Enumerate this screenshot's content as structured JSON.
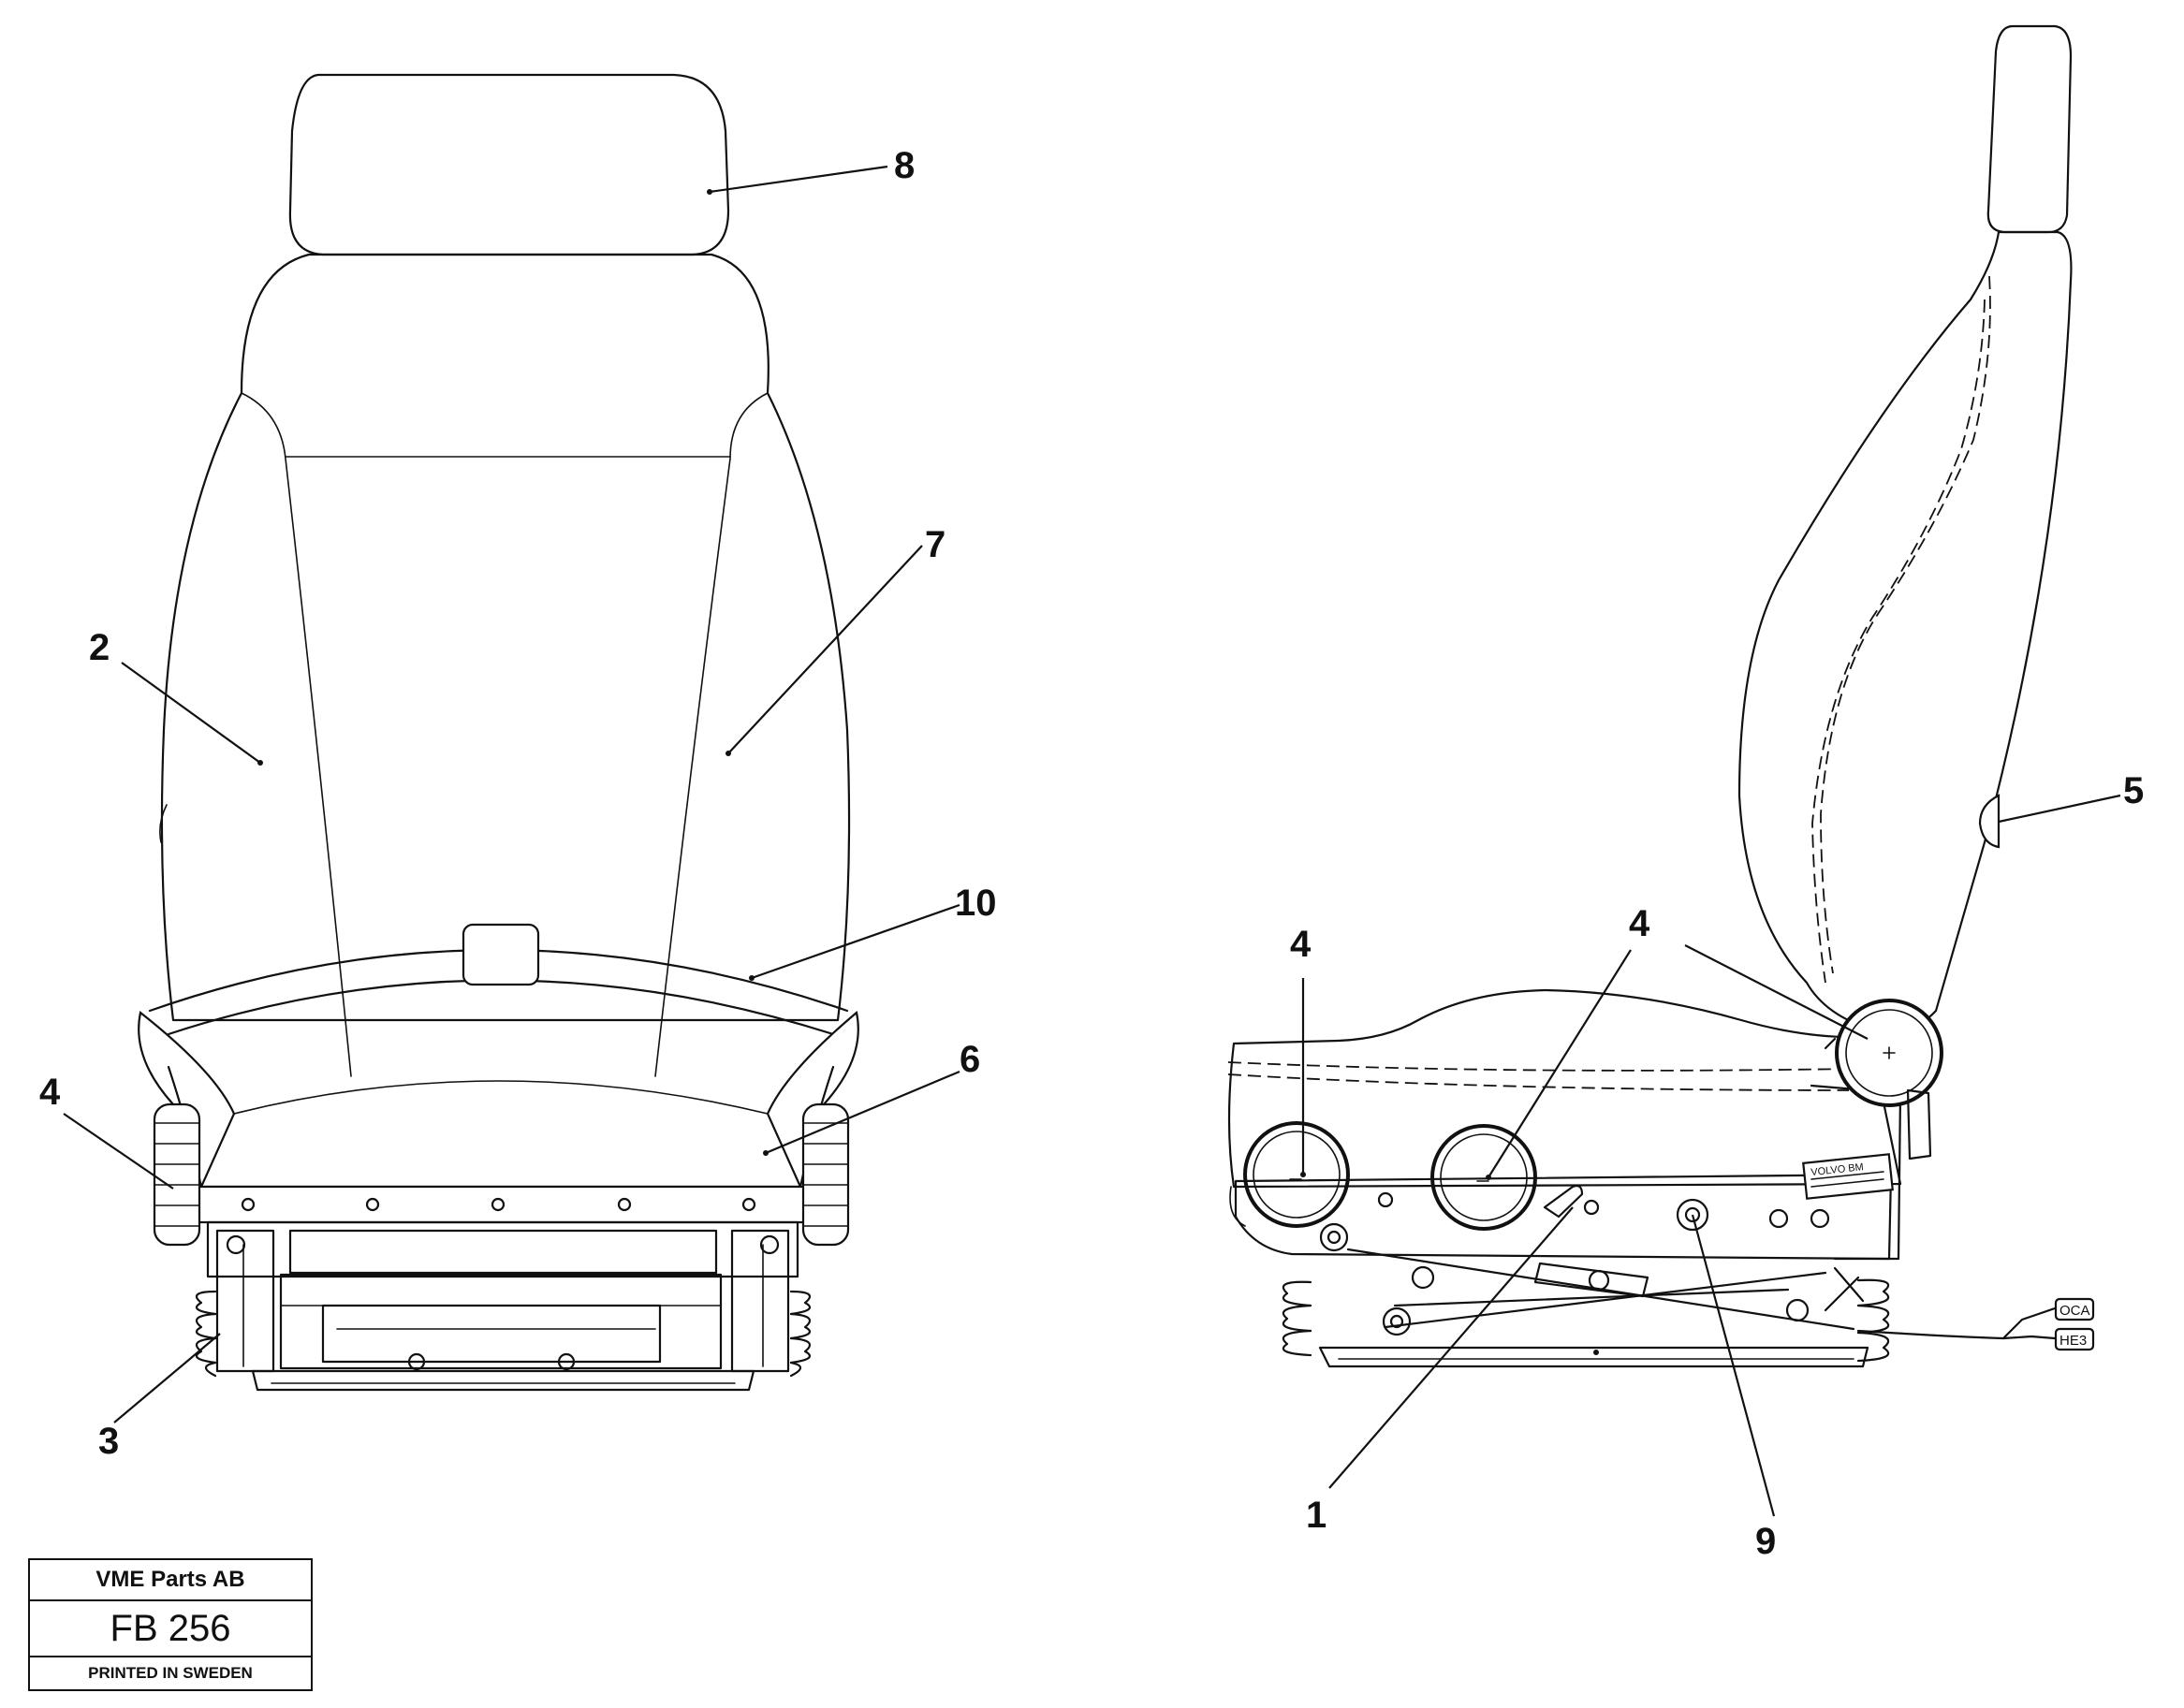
{
  "callouts": {
    "front_8": "8",
    "front_7": "7",
    "front_2": "2",
    "front_10": "10",
    "front_6": "6",
    "front_4": "4",
    "front_3": "3",
    "side_5": "5",
    "side_4_left": "4",
    "side_4_mid": "4",
    "side_1": "1",
    "side_9": "9"
  },
  "cable_tags": {
    "upper": "OCA",
    "lower": "HE3"
  },
  "seat_plate": {
    "brand": "VOLVO BM"
  },
  "title_block": {
    "company": "VME Parts AB",
    "code": "FB 256",
    "printed": "PRINTED IN SWEDEN"
  }
}
